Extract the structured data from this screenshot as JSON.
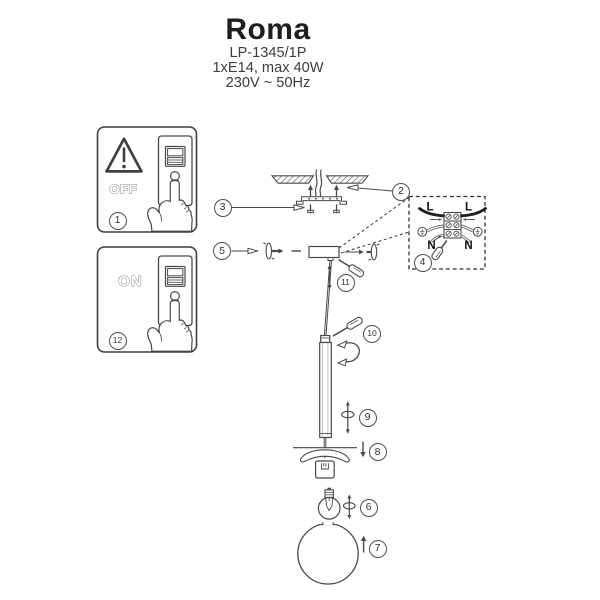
{
  "header": {
    "title": "Roma",
    "model": "LP-1345/1P",
    "spec_lamp": "1xE14, max 40W",
    "spec_power": "230V ~ 50Hz"
  },
  "boxes": {
    "off": {
      "label": "OFF",
      "step": "1"
    },
    "on": {
      "label": "ON",
      "step": "12"
    }
  },
  "wiring": {
    "step": "4",
    "l_left": "L",
    "l_right": "L",
    "n_left": "N",
    "n_right": "N"
  },
  "steps": {
    "s2": "2",
    "s3": "3",
    "s5": "5",
    "s6": "6",
    "s7": "7",
    "s8": "8",
    "s9": "9",
    "s10": "10",
    "s11": "11"
  },
  "icons": {
    "warning": "triangle-exclamation",
    "ground": "earth-symbol",
    "tool": "screwdriver"
  },
  "colors": {
    "ink": "#4a4a4a",
    "wire_live": "#1f1f1f",
    "label_outline": "#8f8f8f"
  }
}
